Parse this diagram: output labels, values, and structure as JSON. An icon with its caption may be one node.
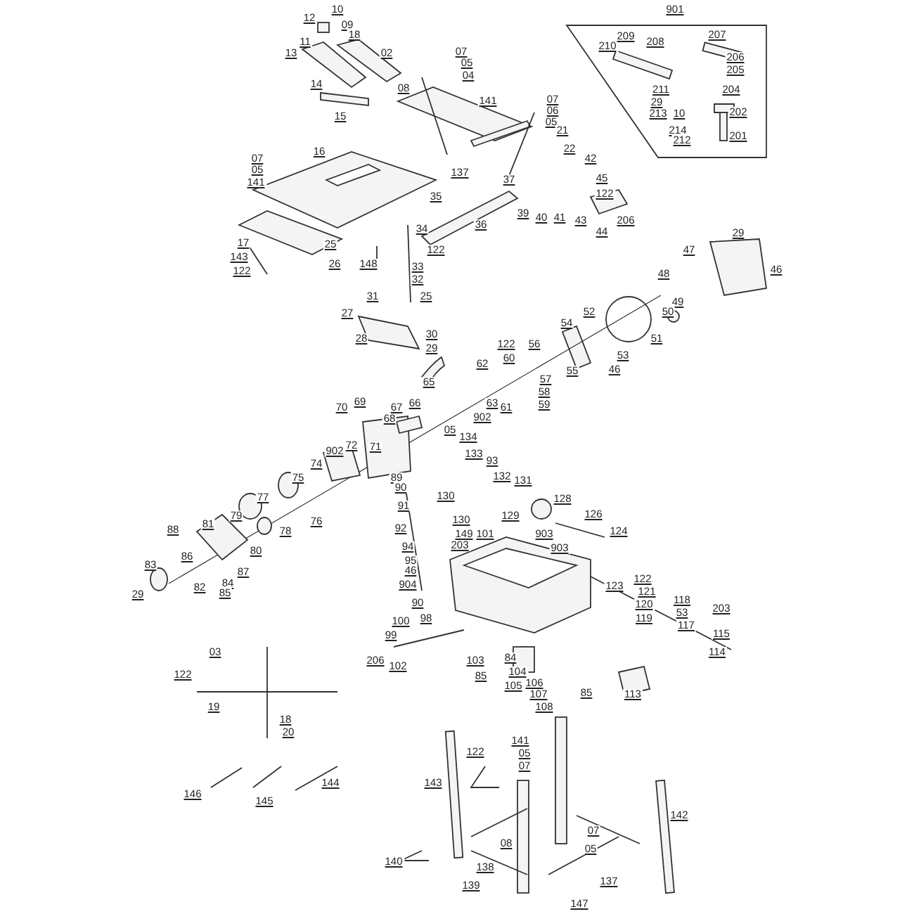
{
  "diagram": {
    "labels": [
      "12",
      "10",
      "09",
      "18",
      "11",
      "13",
      "02",
      "07",
      "05",
      "04",
      "14",
      "08",
      "141",
      "07",
      "06",
      "05",
      "15",
      "21",
      "22",
      "16",
      "42",
      "07",
      "05",
      "137",
      "45",
      "37",
      "141",
      "122",
      "35",
      "39",
      "40",
      "41",
      "43",
      "206",
      "36",
      "34",
      "44",
      "17",
      "25",
      "122",
      "143",
      "26",
      "148",
      "33",
      "122",
      "32",
      "31",
      "25",
      "27",
      "28",
      "30",
      "29",
      "901",
      "210",
      "209",
      "208",
      "207",
      "206",
      "205",
      "211",
      "204",
      "29",
      "213",
      "10",
      "202",
      "214",
      "212",
      "201",
      "29",
      "47",
      "46",
      "48",
      "49",
      "50",
      "52",
      "54",
      "51",
      "122",
      "56",
      "53",
      "60",
      "62",
      "46",
      "55",
      "57",
      "65",
      "58",
      "69",
      "66",
      "63",
      "59",
      "61",
      "70",
      "67",
      "902",
      "68",
      "05",
      "134",
      "72",
      "71",
      "902",
      "133",
      "93",
      "74",
      "132",
      "75",
      "89",
      "131",
      "90",
      "130",
      "77",
      "128",
      "91",
      "126",
      "79",
      "129",
      "130",
      "76",
      "81",
      "92",
      "88",
      "78",
      "124",
      "903",
      "149",
      "101",
      "203",
      "94",
      "903",
      "80",
      "86",
      "95",
      "83",
      "46",
      "87",
      "122",
      "84",
      "904",
      "123",
      "82",
      "121",
      "85",
      "29",
      "118",
      "90",
      "120",
      "203",
      "53",
      "119",
      "98",
      "100",
      "117",
      "115",
      "99",
      "03",
      "114",
      "84",
      "206",
      "103",
      "102",
      "104",
      "122",
      "85",
      "106",
      "105",
      "85",
      "113",
      "107",
      "19",
      "108",
      "18",
      "20",
      "141",
      "122",
      "05",
      "07",
      "144",
      "143",
      "146",
      "145",
      "142",
      "07",
      "08",
      "05",
      "140",
      "138",
      "137",
      "139",
      "147"
    ]
  }
}
